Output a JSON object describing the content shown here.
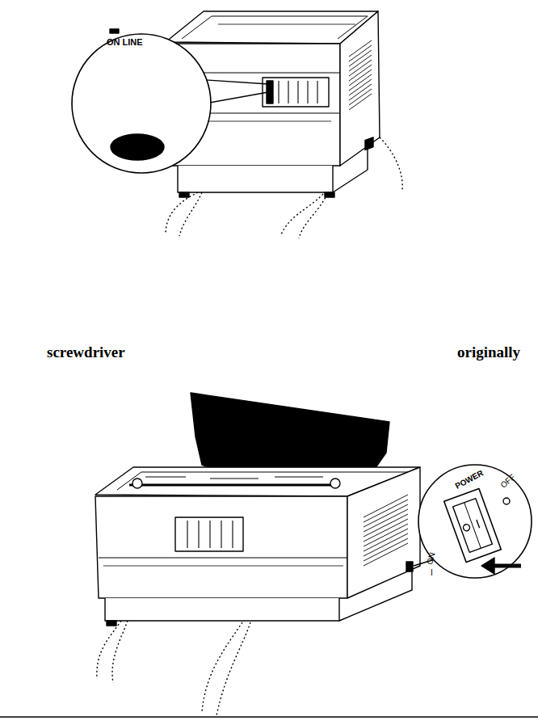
{
  "diagram": {
    "labels": [
      "ON LINE",
      "screwdriver",
      "originally",
      "POWER",
      "OFF",
      "ON",
      "I"
    ]
  }
}
